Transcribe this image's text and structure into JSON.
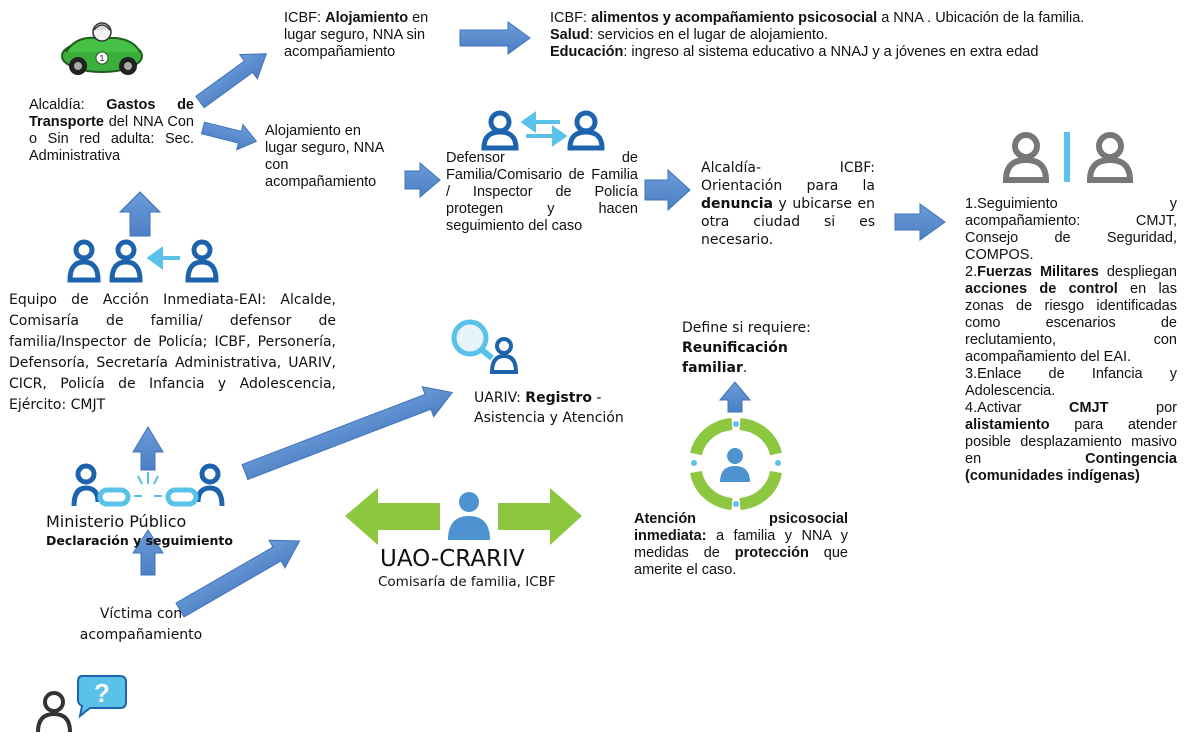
{
  "colors": {
    "arrow_blue": "#5b8fd0",
    "arrow_blue_dark": "#3f73b8",
    "icon_blue": "#1d63ad",
    "icon_light": "#5ac1e8",
    "green": "#8dc63f",
    "gray_icon": "#777777",
    "car_green": "#3cae3c"
  },
  "icons": {
    "car": "race-car-icon",
    "people_exchange": "people-exchange-icon",
    "people_separator": "people-divider-icon",
    "team_arrow": "team-arrow-icon",
    "search_person": "search-person-icon",
    "broken_chain": "broken-chain-people-icon",
    "person_cycle": "person-cycle-icon",
    "person_center": "person-icon",
    "question_person": "question-person-icon"
  },
  "alcaldia": {
    "prefix": "Alcaldía: ",
    "bold": "Gastos de Transporte",
    "suffix": " del NNA Con o Sin red adulta: Sec. Administrativa"
  },
  "icbf_aloj": {
    "prefix": "ICBF: ",
    "bold": "Alojamiento",
    "suffix": " en lugar seguro, NNA sin acompañamiento"
  },
  "icbf_top": {
    "l1_prefix": "ICBF: ",
    "l1_bold": "alimentos  y acompañamiento psicosocial",
    "l1_suffix": " a NNA . Ubicación de la familia.",
    "l2_bold": "Salud",
    "l2_suffix": ": servicios en el lugar de alojamiento.",
    "l3_bold": "Educación",
    "l3_suffix": ": ingreso al sistema educativo a NNAJ y a jóvenes en extra edad"
  },
  "aloj_acomp": {
    "text": "Alojamiento en lugar seguro, NNA con acompañamiento"
  },
  "defensor": {
    "text": "Defensor de Familia/Comisario de Familia / Inspector de Policía protegen y hacen seguimiento del caso"
  },
  "orientacion": {
    "prefix": "Alcaldía- ICBF: Orientación para la ",
    "bold": "denuncia",
    "suffix": " y ubicarse en otra ciudad si es necesario."
  },
  "right_list": {
    "i1": "1.Seguimiento y acompañamiento: CMJT, Consejo de Seguridad, COMPOS.",
    "i2_prefix": "2.",
    "i2_bold1": "Fuerzas Militares",
    "i2_mid": " despliegan ",
    "i2_bold2": "acciones de control",
    "i2_suffix": " en las zonas de riesgo identificadas como escenarios de reclutamiento, con acompañamiento del EAI.",
    "i3": "3.Enlace de Infancia y Adolescencia.",
    "i4_prefix": "4.Activar ",
    "i4_bold1": "CMJT",
    "i4_mid1": " por ",
    "i4_bold2": "alistamiento",
    "i4_mid2": " para atender posible desplazamiento masivo en ",
    "i4_bold3": "Contingencia (comunidades indígenas)"
  },
  "eai": {
    "text": "Equipo de Acción Inmediata-EAI: Alcalde, Comisaría de familia/ defensor de familia/Inspector de Policía; ICBF, Personería, Defensoría, Secretaría Administrativa, UARIV, CICR, Policía de Infancia y Adolescencia, Ejército: CMJT"
  },
  "uariv": {
    "prefix": "UARIV: ",
    "bold": "Registro",
    "suffix": " - Asistencia y Atención"
  },
  "reunificacion": {
    "label": "Define si requiere:",
    "bold": "Reunificación familiar",
    "suffix": "."
  },
  "atencion": {
    "bold1": "Atención psicosocial inmediata:",
    "mid": " a familia y NNA y medidas de ",
    "bold2": "protección",
    "suffix": " que amerite el caso."
  },
  "ministerio": {
    "title": "Ministerio Público",
    "subtitle": "Declaración y seguimiento"
  },
  "uao": {
    "title": "UAO-CRARIV",
    "subtitle": "Comisaría de familia, ICBF"
  },
  "victima": {
    "text": "Víctima con acompañamiento"
  }
}
